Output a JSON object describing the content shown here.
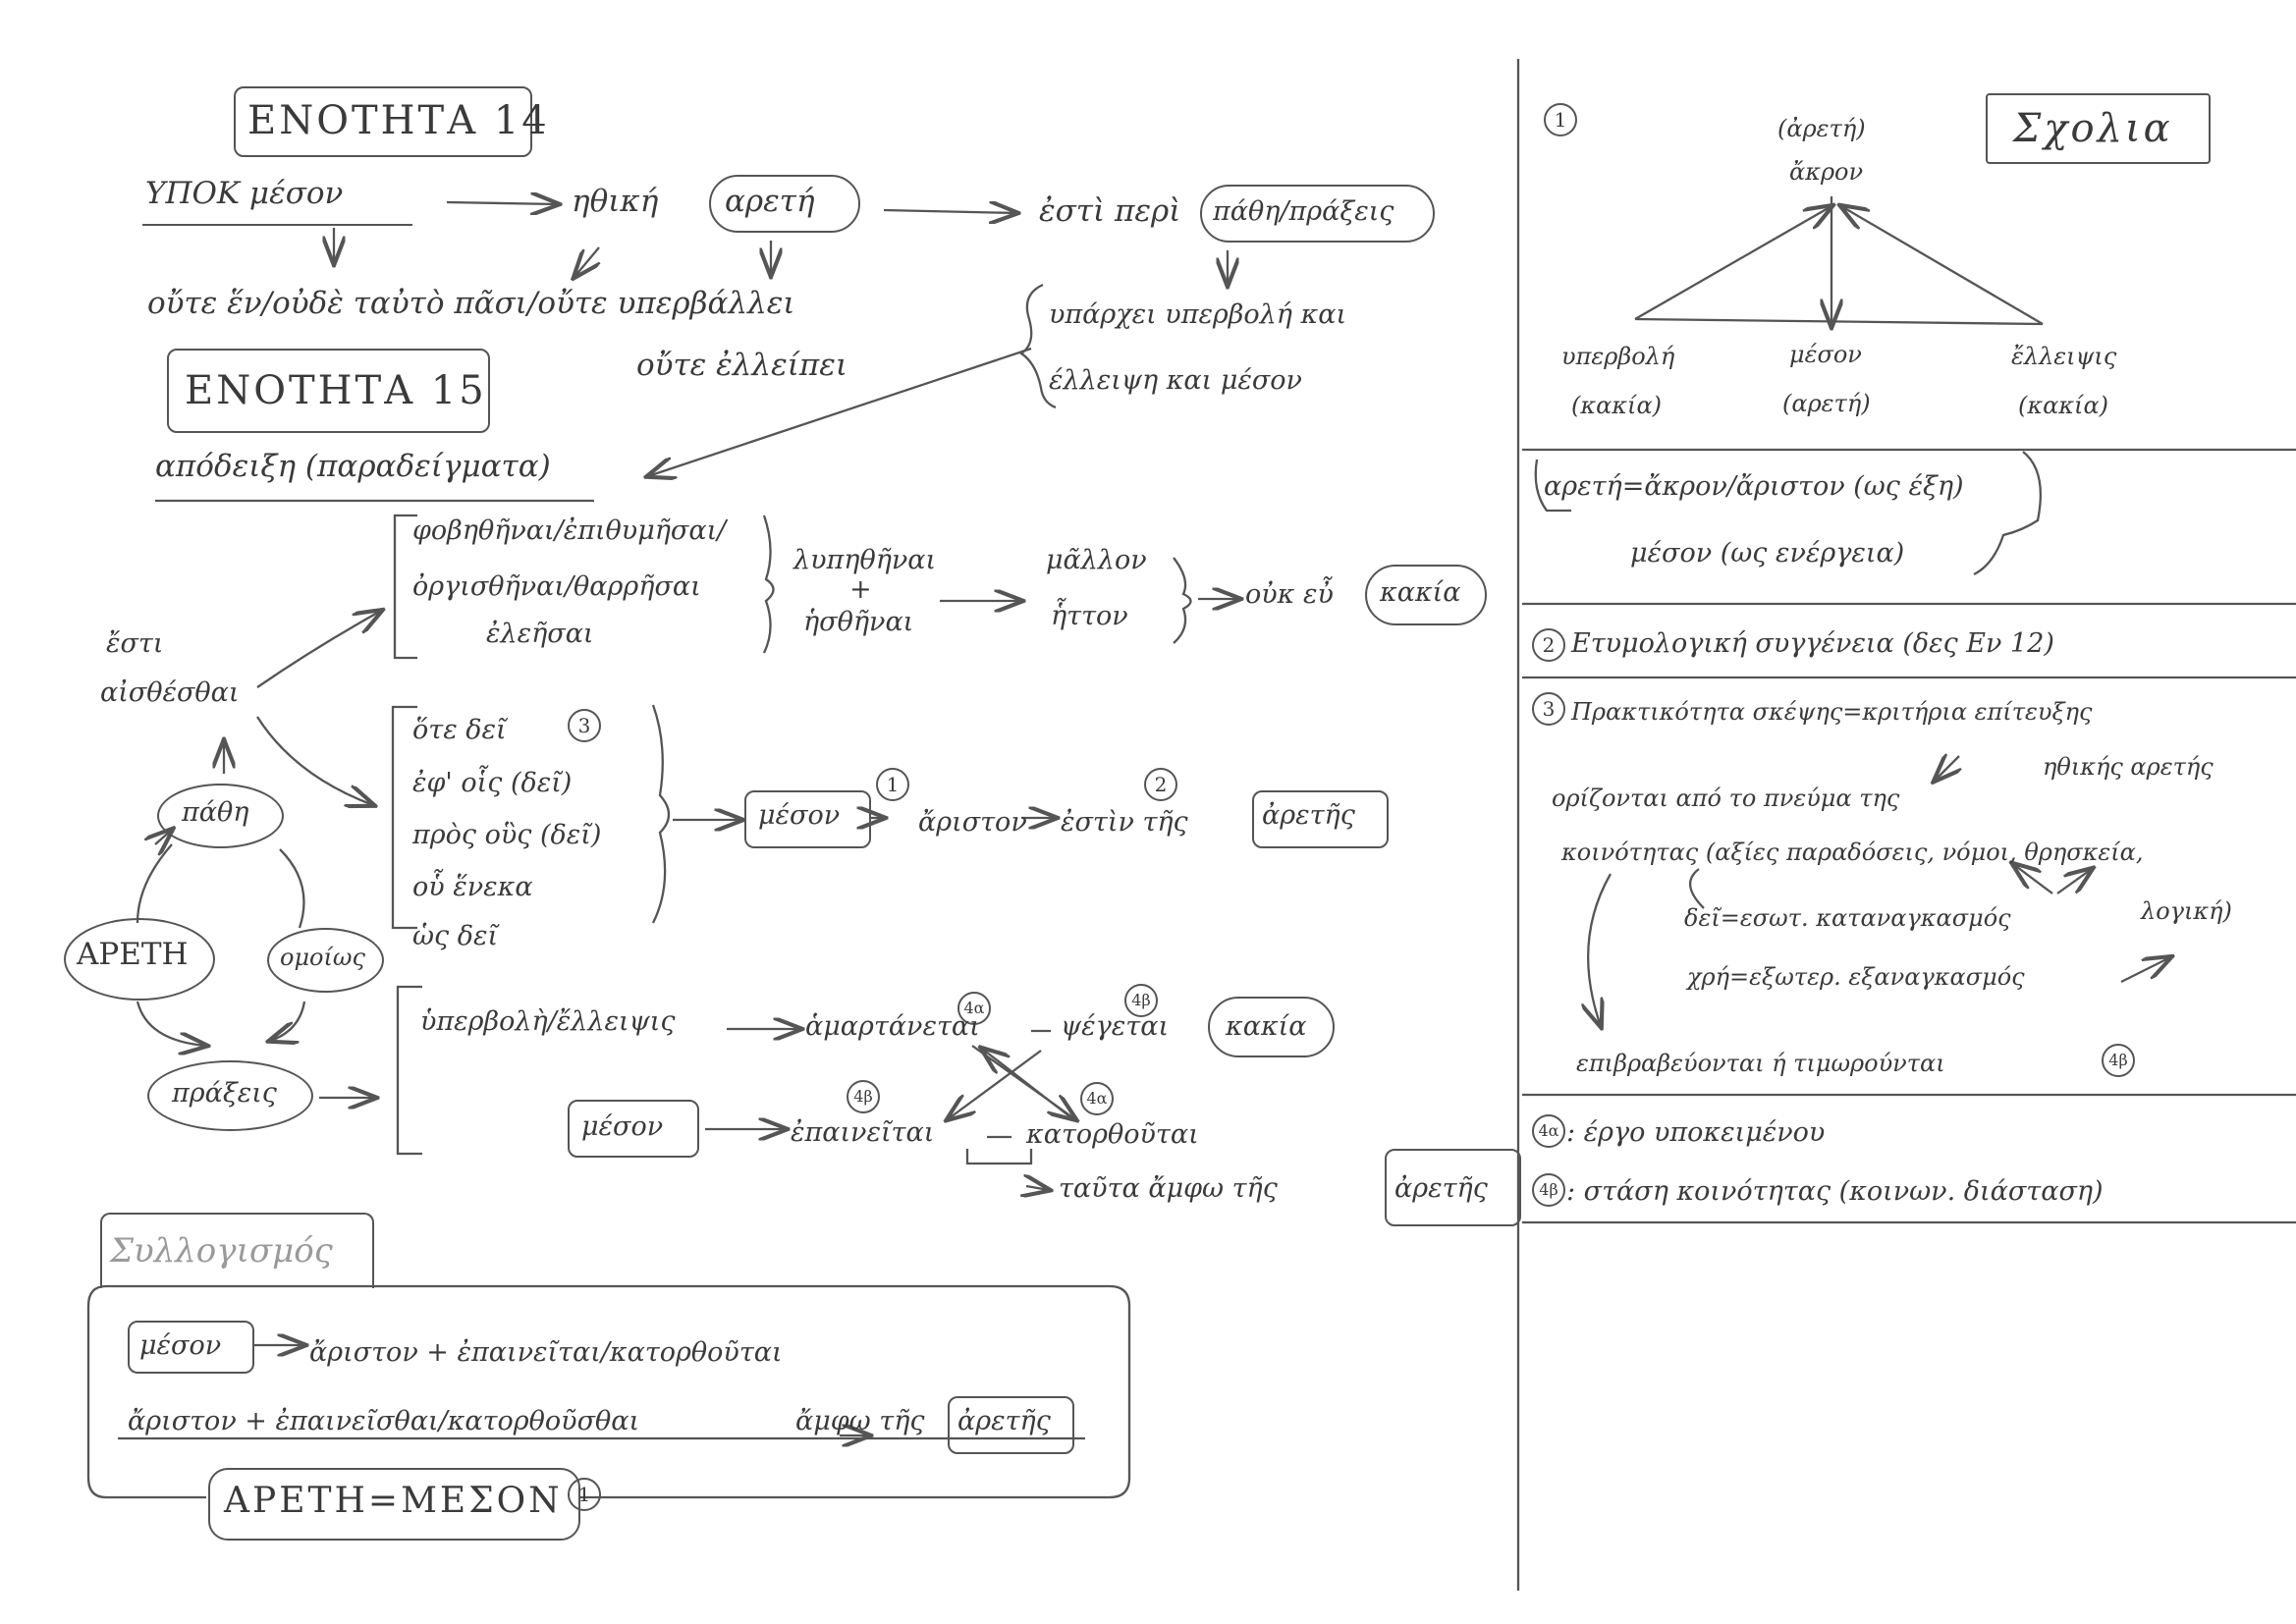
{
  "left": {
    "title14": "ΕΝΟΤΗΤΑ 14",
    "upok_meson": "ΥΠΟΚ μέσον",
    "ithiki_areti_prefix": "ηθική",
    "areti": "αρετή",
    "esti_peri": "ἐστὶ περὶ",
    "pathi_praxeis": "πάθη/πράξεις",
    "oute_line1": "οὔτε ἕν/οὐδὲ ταὐτὸ πᾶσι/οὔτε υπερβάλλει",
    "oute_line2": "οὔτε ἐλλείπει",
    "uparxei1": "υπάρχει υπερβολή και",
    "uparxei2": "έλλειψη και μέσον",
    "title15": "ΕΝΟΤΗΤΑ 15",
    "apodeixi": "απόδειξη (παραδείγματα)",
    "esti_aisthesthai1": "ἔστι",
    "esti_aisthesthai2": "αἰσθέσθαι",
    "fovith1": "φοβηθῆναι/ἐπιθυμῆσαι/",
    "fovith2": "ὀργισθῆναι/θαρρῆσαι",
    "fovith3": "ἐλεῆσαι",
    "lupithinai": "λυπηθῆναι",
    "plus": "+",
    "isthinai": "ἡσθῆναι",
    "mallon": "μᾶλλον",
    "itton": "ἧττον",
    "ouk_eu": "οὐκ εὖ",
    "kakia": "κακία",
    "ote_dei": "ὅτε δεῖ",
    "eph_ois": "ἐφ' οἷς (δεῖ)",
    "pros_ous": "πρὸς οὓς (δεῖ)",
    "ou_eneka": "οὗ ἕνεκα",
    "os_dei": "ὡς δεῖ",
    "meson": "μέσον",
    "ariston": "ἄριστον",
    "estin_tis": "ἐστὶν τῆς",
    "aretis": "ἀρετῆς",
    "pathi": "πάθη",
    "areti_center": "ΑΡΕΤΗ",
    "omoios": "ομοίως",
    "praxeis": "πράξεις",
    "uperboli_elleipsis": "ὑπερβολὴ/ἔλλειψις",
    "amartanetai": "ἁμαρτάνεται",
    "psegetai": "ψέγεται",
    "kakia2": "κακία",
    "meson2": "μέσον",
    "epaineitai": "ἐπαινεῖται",
    "katorthoutai": "κατορθοῦται",
    "tauta_amfo": "ταῦτα ἄμφω τῆς",
    "aretis2": "ἀρετῆς",
    "syllogismos": "Συλλογισμός",
    "syl_meson": "μέσον",
    "syl_line1": "ἄριστον + ἐπαινεῖται/κατορθοῦται",
    "syl_line2": "ἄριστον + ἐπαινεῖσθαι/κατορθοῦσθαι",
    "syl_amfo": "ἄμφω τῆς",
    "syl_aretis": "ἀρετῆς",
    "conclusion": "ΑΡΕΤΗ=ΜΕΣΟΝ"
  },
  "markers": {
    "m1": "1",
    "m2": "2",
    "m3": "3",
    "m4a": "4α",
    "m4b": "4β"
  },
  "right": {
    "num1": "1",
    "scholia": "Σχολια",
    "apex1": "(ἀρετή)",
    "apex2": "ἄκρον",
    "uperboli": "υπερβολή",
    "uperboli_k": "(κακία)",
    "meson": "μέσον",
    "meson_a": "(αρετή)",
    "elleipsis": "ἔλλειψις",
    "elleipsis_k": "(κακία)",
    "def1": "αρετή=ἄκρον/ἄριστον (ως έξη)",
    "def2": "μέσον (ως ενέργεια)",
    "etym": "Ετυμολογική συγγένεια (δες Εν 12)",
    "prakt1": "Πρακτικότητα σκέψης=κριτήρια επίτευξης",
    "prakt2": "ηθικής αρετής",
    "prakt3": "ορίζονται από το πνεύμα της",
    "prakt4": "κοινότητας (αξίες παραδόσεις, νόμοι, θρησκεία,",
    "prakt5": "λογική)",
    "dei_line": "δεῖ=εσωτ. καταναγκασμός",
    "xri_line": "χρή=εξωτερ. εξαναγκασμός",
    "epibrab": "επιβραβεύονται ή τιμωρούνται",
    "n4a_txt": ": έργο υποκειμένου",
    "n4b_txt": ": στάση κοινότητας (κοινων. διάσταση)"
  }
}
